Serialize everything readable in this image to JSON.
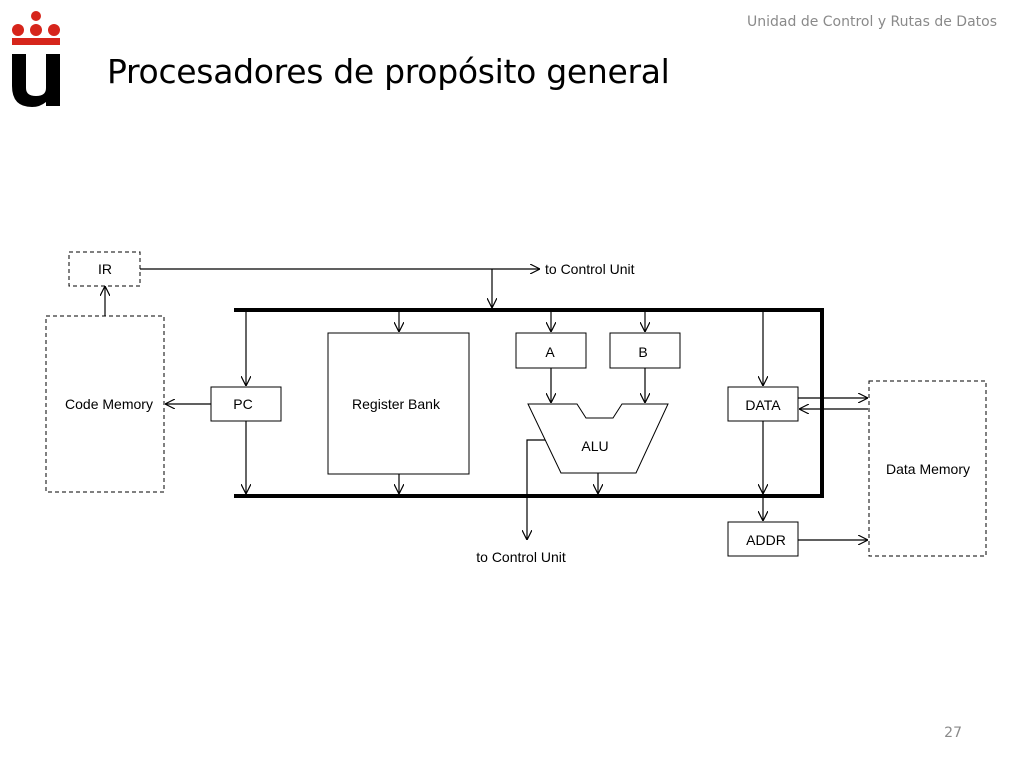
{
  "header": {
    "course_title": "Unidad de Control y Rutas de Datos"
  },
  "slide": {
    "title": "Procesadores de propósito general",
    "page_number": "27"
  },
  "logo": {
    "icon": "university-logo-icon",
    "dot_color": "#d6251b",
    "letter_color": "#000000"
  },
  "diagram": {
    "labels": {
      "ir": "IR",
      "to_control_unit_top": "to Control Unit",
      "code_memory": "Code Memory",
      "pc": "PC",
      "register_bank": "Register Bank",
      "reg_a": "A",
      "reg_b": "B",
      "alu": "ALU",
      "data": "DATA",
      "data_memory": "Data Memory",
      "addr": "ADDR",
      "to_control_unit_bottom": "to Control Unit"
    }
  }
}
